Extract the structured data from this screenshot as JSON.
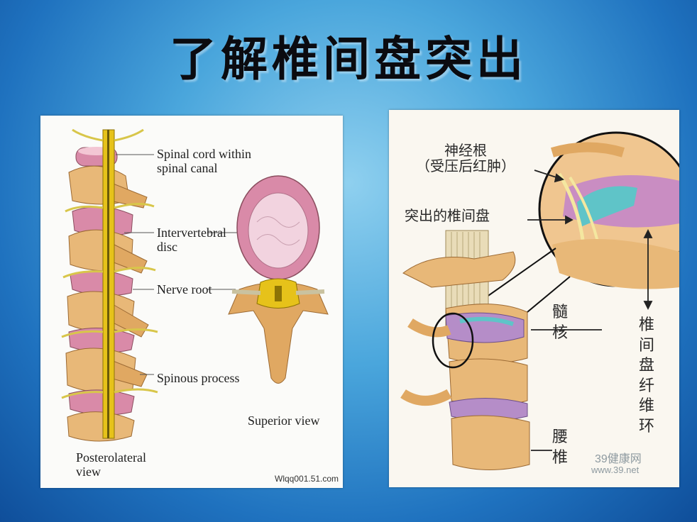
{
  "slide": {
    "title": "了解椎间盘突出"
  },
  "left_panel": {
    "labels": {
      "spinal_cord": "Spinal cord within\nspinal canal",
      "disc": "Intervertebral\ndisc",
      "nerve_root": "Nerve root",
      "spinous": "Spinous process",
      "superior_view": "Superior view",
      "posterolateral": "Posterolateral\nview",
      "watermark": "Wlqq001.51.com"
    }
  },
  "right_panel": {
    "labels": {
      "nerve_root": "神经根\n（受压后红肿）",
      "herniated_disc": "突出的椎间盘",
      "nucleus": "髓\n核",
      "annulus": "椎\n间\n盘\n纤\n维\n环",
      "lumbar": "腰\n椎",
      "logo_name": "39健康网",
      "logo_url": "www.39.net"
    }
  },
  "colors": {
    "bone": "#e8b878",
    "disc": "#d98aa8",
    "cord": "#e6c21a",
    "nucleus": "#5fc4c8",
    "title": "#0b0b10"
  }
}
